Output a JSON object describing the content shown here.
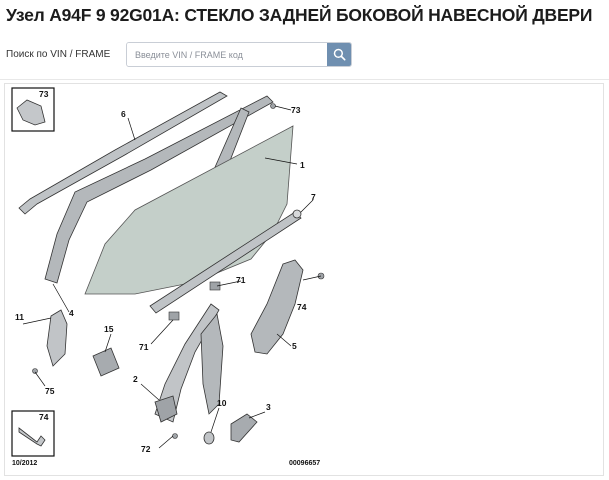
{
  "header": {
    "title": "Узел A94F 9 92G01A: СТЕКЛО ЗАДНЕЙ БОКОВОЙ НАВЕСНОЙ ДВЕРИ"
  },
  "search": {
    "label": "Поиск по VIN / FRAME",
    "placeholder": "Введите VIN / FRAME код"
  },
  "diagram": {
    "callouts": {
      "c73a": "73",
      "c73b": "73",
      "c6": "6",
      "c1": "1",
      "c7": "7",
      "c71a": "71",
      "c71b": "71",
      "c74a": "74",
      "c74b": "74",
      "c5": "5",
      "c4": "4",
      "c11": "11",
      "c15": "15",
      "c75": "75",
      "c2": "2",
      "c10": "10",
      "c3": "3",
      "c72": "72"
    },
    "date_code": "10/2012",
    "diagram_code": "00096657"
  },
  "colors": {
    "accent": "#6f8fb0",
    "glass": "#c4cfc9",
    "part": "#b9bdc0"
  }
}
